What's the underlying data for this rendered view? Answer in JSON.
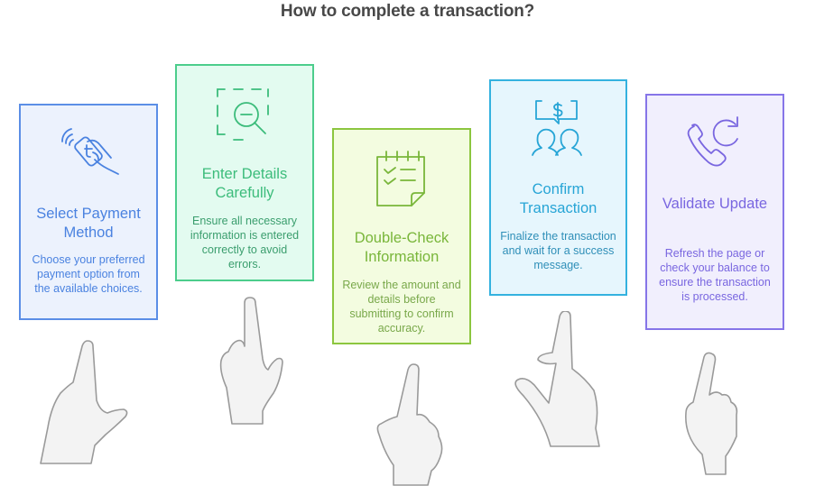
{
  "title": "How to complete a transaction?",
  "steps": [
    {
      "heading": "Select Payment Method",
      "description": "Choose your preferred payment option from the available choices.",
      "icon": "contactless-payment-icon",
      "colors": {
        "border": "#5b8ee6",
        "fill": "#ecf2fd",
        "text": "#4a82e0"
      }
    },
    {
      "heading": "Enter Details Carefully",
      "description": "Ensure all necessary information is entered correctly to avoid errors.",
      "icon": "magnify-select-icon",
      "colors": {
        "border": "#4ccd8c",
        "fill": "#e3fbf0",
        "text": "#3cbc7b"
      }
    },
    {
      "heading": "Double-Check Information",
      "description": "Review the amount and details before submitting to confirm accuracy.",
      "icon": "checklist-calendar-icon",
      "colors": {
        "border": "#8cc63f",
        "fill": "#f3fce0",
        "text": "#79b63a"
      }
    },
    {
      "heading": "Confirm Transaction",
      "description": "Finalize the transaction and wait for a success message.",
      "icon": "people-dollar-chat-icon",
      "colors": {
        "border": "#34b2df",
        "fill": "#e6f6fd",
        "text": "#27a5d6"
      }
    },
    {
      "heading": "Validate Update",
      "description": "Refresh the page or check your balance to ensure the transaction is processed.",
      "icon": "phone-refresh-icon",
      "colors": {
        "border": "#8675e8",
        "fill": "#f1effd",
        "text": "#7966e0"
      }
    }
  ],
  "hands": {
    "fill": "#f3f3f3",
    "stroke": "#9a9a9a"
  }
}
